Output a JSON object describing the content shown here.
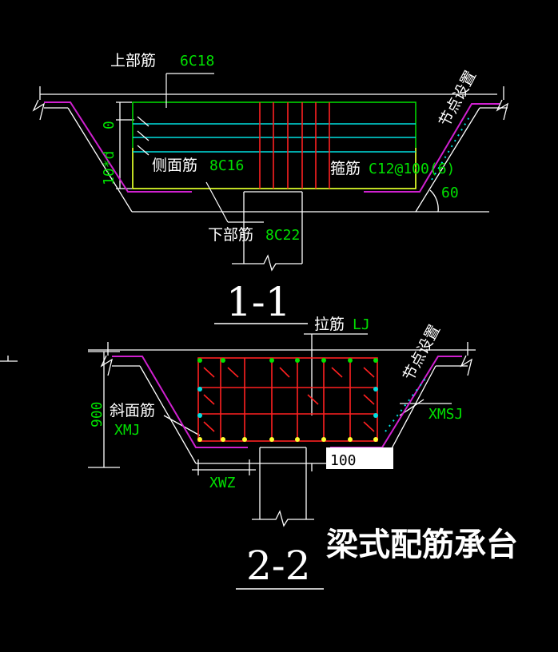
{
  "section_1": {
    "top_bar_label": "上部筋",
    "top_bar_value": "6C18",
    "side_bar_label": "侧面筋",
    "side_bar_value": "8C16",
    "stirrup_label": "箍筋",
    "stirrup_value": "C12@100(6)",
    "bottom_bar_label": "下部筋",
    "bottom_bar_value": "8C22",
    "dim_top": "0",
    "dim_side": "10*d",
    "angle": "60",
    "node_setting": "节点设置",
    "section_mark": "1-1"
  },
  "section_2": {
    "tie_bar_label": "拉筋",
    "tie_bar_value": "LJ",
    "slant_bar_label": "斜面筋",
    "slant_bar_value": "XMJ",
    "height_dim": "900",
    "xmsj": "XMSJ",
    "xwz": "XWZ",
    "input_value": "100",
    "node_setting": "节点设置",
    "section_mark": "2-2"
  },
  "title": "梁式配筋承台",
  "colors": {
    "rebar_red": "#ff2020",
    "stirrup_green": "#00e000",
    "cyan": "#00e0e0",
    "magenta": "#d020d0",
    "yellow": "#ffff30",
    "line_white": "#ffffff"
  }
}
